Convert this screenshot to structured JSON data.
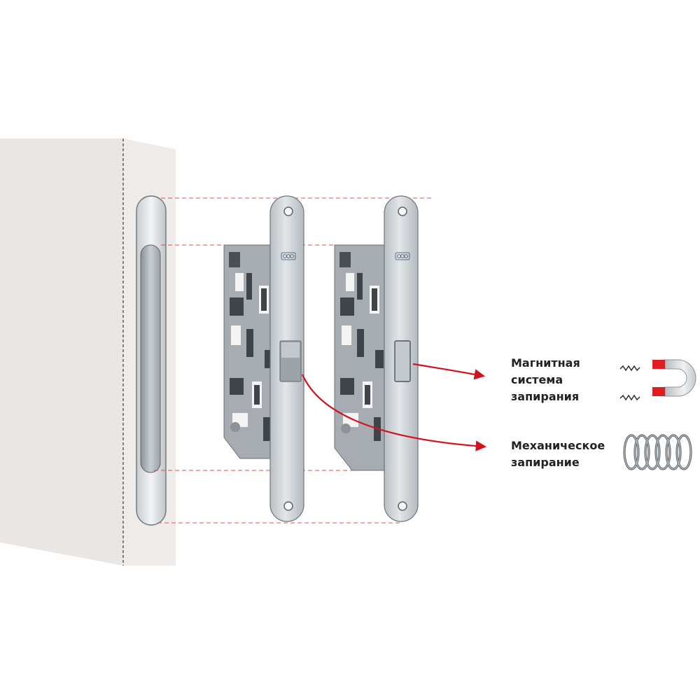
{
  "colors": {
    "background": "#ffffff",
    "door_face": "#eae6e3",
    "door_edge": "#efebe8",
    "lock_body": "#a6acb1",
    "faceplate": "#cdd2d6",
    "guide_line": "#d9534f",
    "arrow": "#d0141f",
    "magnet_red": "#e01b22",
    "text": "#222222"
  },
  "icons": {
    "magnetic": "magnet-icon",
    "mechanical": "spring-icon"
  },
  "labels": {
    "magnetic": [
      "Магнитная",
      "система",
      "запирания"
    ],
    "mechanical": [
      "Механическое",
      "запирание"
    ]
  }
}
